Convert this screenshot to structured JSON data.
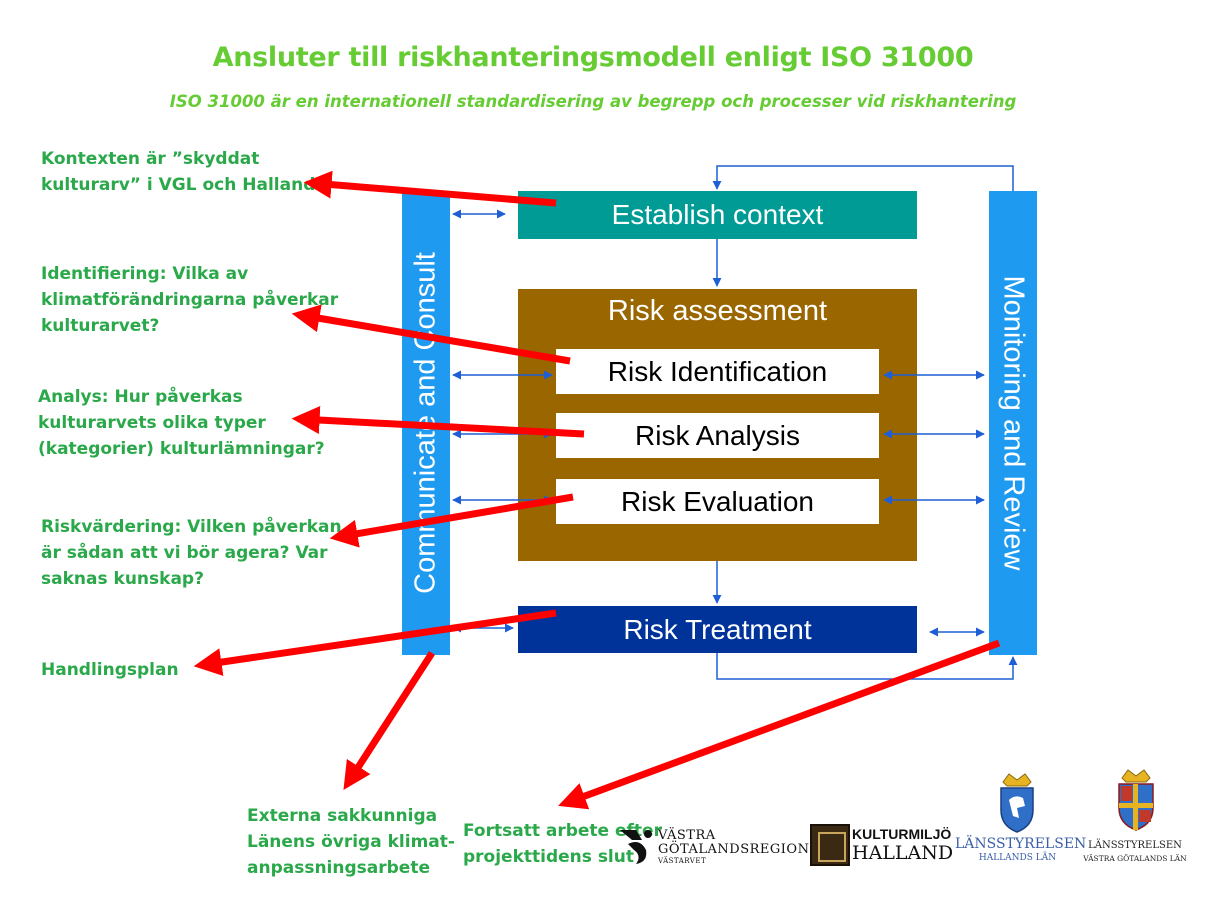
{
  "title": "Ansluter till riskhanteringsmodell enligt ISO 31000",
  "subtitle": "ISO 31000 är en internationell standardisering av begrepp och processer vid riskhantering",
  "diagram": {
    "establish_context": "Establish context",
    "risk_assessment": "Risk assessment",
    "risk_identification": "Risk Identification",
    "risk_analysis": "Risk Analysis",
    "risk_evaluation": "Risk Evaluation",
    "risk_treatment": "Risk Treatment",
    "communicate_consult": "Communicate and Consult",
    "monitoring_review": "Monitoring and Review"
  },
  "annotations": {
    "context": [
      "Kontexten är ”skyddat",
      "kulturarv” i VGL och Halland"
    ],
    "identification": [
      "Identifiering: Vilka av",
      "klimatförändringarna påverkar",
      "kulturarvet?"
    ],
    "analysis": [
      "Analys: Hur påverkas",
      "kulturarvets olika typer",
      "(kategorier) kulturlämningar?"
    ],
    "evaluation": [
      "Riskvärdering: Vilken påverkan",
      "är sådan att vi bör agera? Var",
      "saknas kunskap?"
    ],
    "treatment": [
      "Handlingsplan"
    ],
    "external": [
      "Externa sakkunniga",
      "Länens övriga klimat-",
      "anpassningsarbete"
    ],
    "continued": [
      "Fortsatt arbete efter",
      "projekttidens slut"
    ]
  },
  "logos": {
    "vgr_line1": "VÄSTRA",
    "vgr_line2": "GÖTALANDSREGIONEN",
    "vgr_line3": "VÄSTARVET",
    "kulturmiljo_line1": "KULTURMILJÖ",
    "kulturmiljo_line2": "HALLAND",
    "lst_halland_line1": "LÄNSSTYRELSEN",
    "lst_halland_line2": "HALLANDS LÄN",
    "lst_vg_line1": "LÄNSSTYRELSEN",
    "lst_vg_line2": "VÄSTRA GÖTALANDS LÄN"
  },
  "colors": {
    "title_green": "#66cc33",
    "annotation_green": "#2aa84a",
    "teal": "#009b95",
    "brown": "#996600",
    "navy": "#003399",
    "bar_blue": "#1e9bf0",
    "arrow_red": "#ff0000",
    "connector_blue": "#1f5fd6"
  }
}
